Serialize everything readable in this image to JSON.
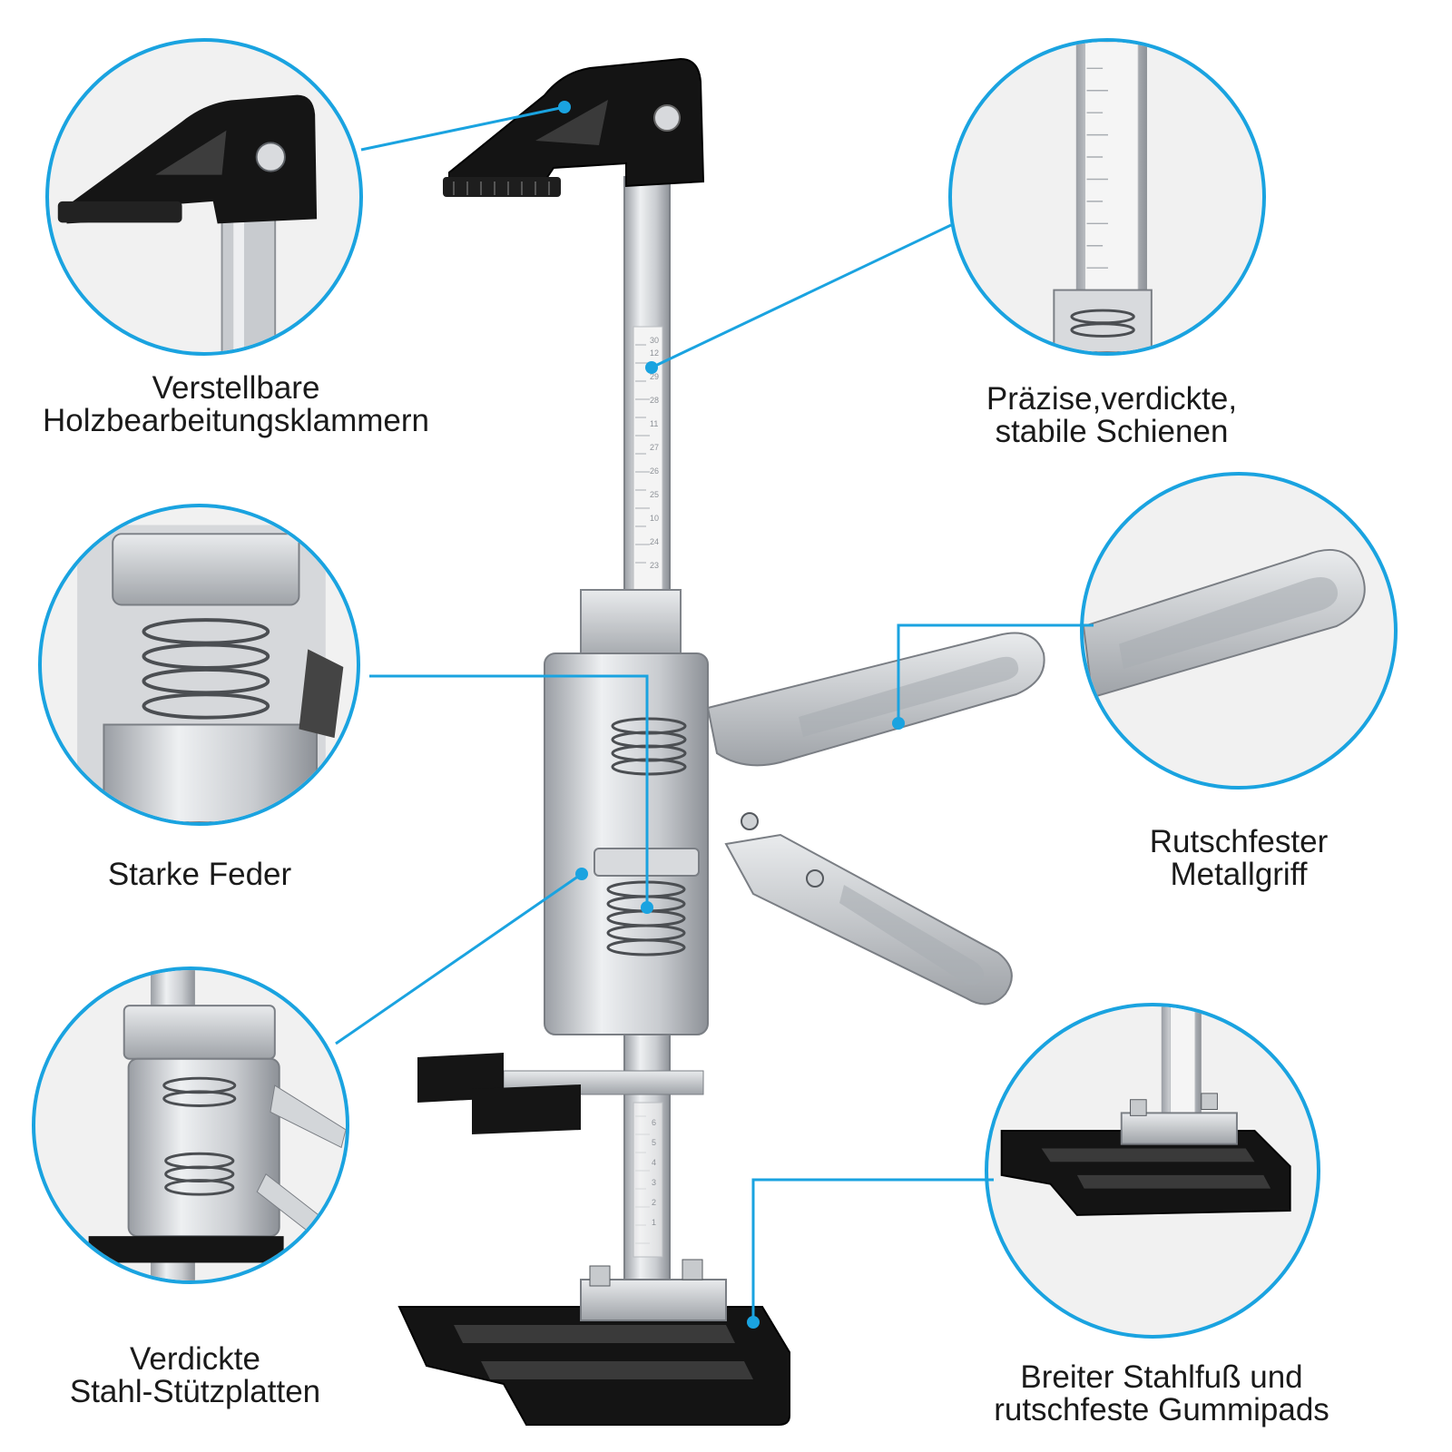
{
  "accent_color": "#1aa3e0",
  "product": {
    "ruler_marks_top": [
      "30",
      "12",
      "29",
      "28",
      "11",
      "27",
      "26",
      "25",
      "10",
      "24",
      "23"
    ],
    "ruler_marks_bottom": [
      "6",
      "5",
      "4",
      "3",
      "2",
      "1"
    ]
  },
  "callouts": [
    {
      "id": "clamp",
      "icon": "clamp-detail-icon",
      "line1": "Verstellbare",
      "line2": "Holzbearbeitungsklammern"
    },
    {
      "id": "rail",
      "icon": "rail-detail-icon",
      "line1": "Präzise,verdickte,",
      "line2": "stabile Schienen"
    },
    {
      "id": "spring",
      "icon": "spring-detail-icon",
      "line1": "Starke Feder",
      "line2": ""
    },
    {
      "id": "handle",
      "icon": "handle-detail-icon",
      "line1": "Rutschfester",
      "line2": "Metallgriff"
    },
    {
      "id": "plates",
      "icon": "plates-detail-icon",
      "line1": "Verdickte",
      "line2": "Stahl-Stützplatten"
    },
    {
      "id": "base",
      "icon": "base-detail-icon",
      "line1": "Breiter Stahlfuß und",
      "line2": "rutschfeste Gummipads"
    }
  ]
}
